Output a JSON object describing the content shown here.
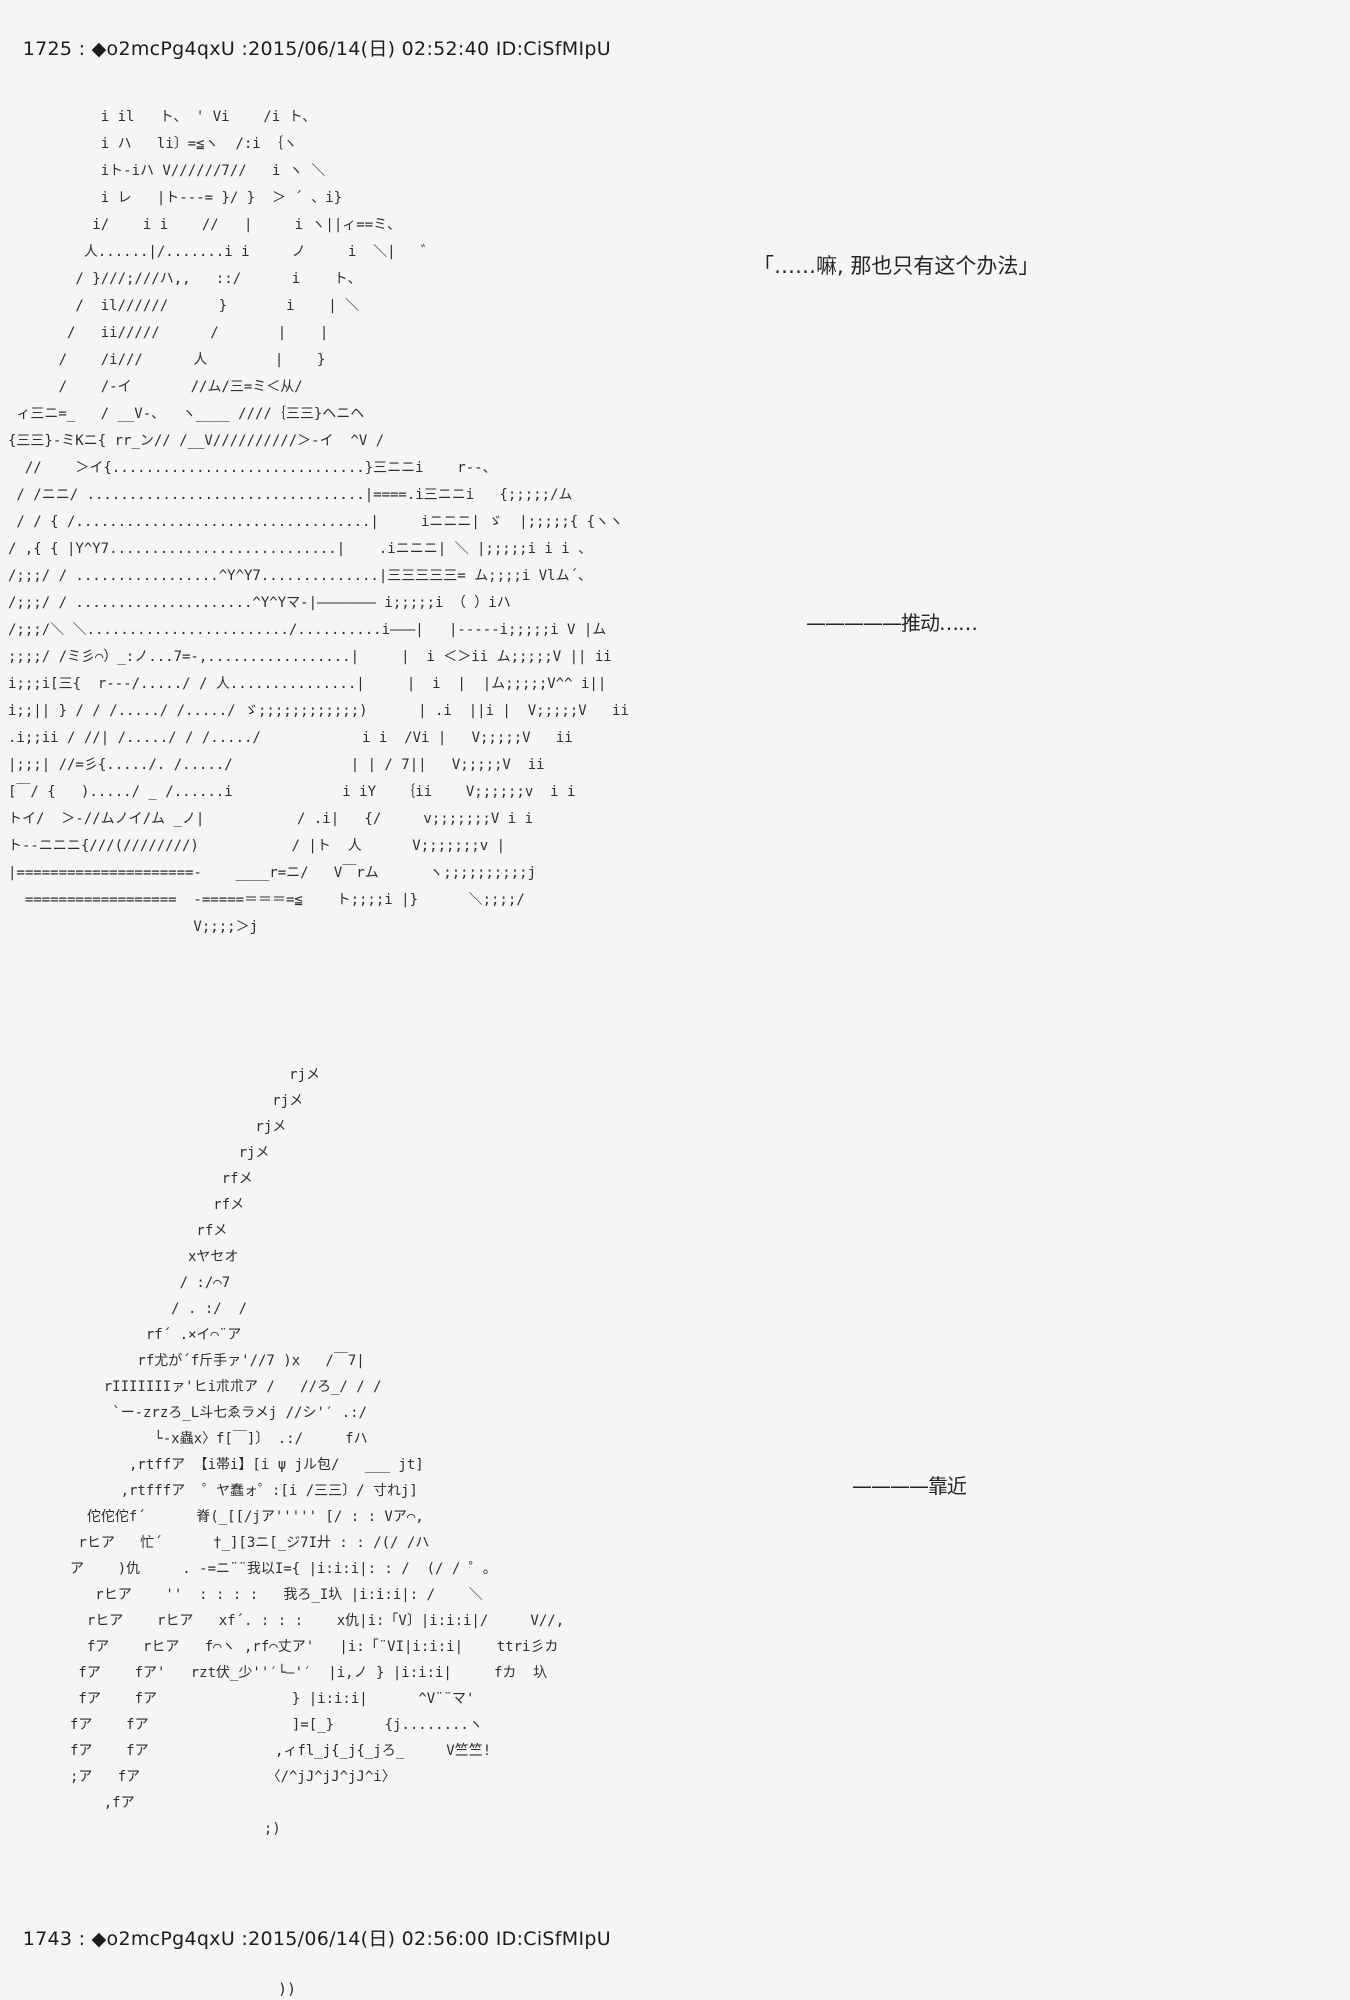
{
  "page": {
    "background": "#f5f5f5",
    "text_color": "#2e2e2e"
  },
  "post1": {
    "number": "1725",
    "sep_a": " : ",
    "tripcode": "◆o2mcPg4qxU",
    "sep_b": " :",
    "datetime": "2015/06/14(日) 02:52:40",
    "sep_c": " ",
    "userid": "ID:CiSfMIpU",
    "dialogue": "「……嘛, 那也只有这个办法」",
    "annotation_push": "—————推动……",
    "annotation_approach": "————靠近",
    "aa_upper": [
      "           i il   ト、 ' Vi    /i ト、",
      "           i ハ   li〕=≦ヽ  /:i ｛ヽ",
      "           iト-iハ V//////7//   i ヽ ＼",
      "           i レ   |ト---= }/ }  ＞ ´ 、i}",
      "          i/    i i    //   |     i ヽ||ィ==ミ、",
      "         人......|/.......i i     ノ     i  ＼|   ゛",
      "        / }///;///ハ,,   ::/      i    ト、",
      "        /  il//////      }       i    | ＼",
      "       /   ii/////      /       |    |",
      "      /    /i///      人        |    }",
      "      /    /-イ       //ム/三=ミ＜从/",
      " ィ三ニ=_   / __V-、  ヽ____ ////｛三三}ヘニヘ",
      "{三三}-ミKニ{ rr_ン// /__V//////////＞-イ  ^V /",
      "  //    ＞イ{..............................}三ニニi    r--、",
      " / /ニニ/ .................................|====.i三ニニi   {;;;;;/ム",
      " / / { /...................................|     iニニニ| ゞ  |;;;;;{ {ヽヽ",
      "/ ,{ { |Y^Y7...........................|    .iニニニ| ＼ |;;;;;i i i 、",
      "/;;;/ / .................^Y^Y7..............|三三三三三= ム;;;;i Vlム´、",
      "/;;;/ / .....................^Y^Yマ-|——————— i;;;;;i （ ）iハ",
      "/;;;/＼ ＼......................../..........i———|   |-----i;;;;;i V |ム",
      ";;;;/ /ミ彡⌒）_:ノ...7=-,.................|     |  i ＜＞ii ム;;;;;V || ii",
      "i;;;i[三{  r---/...../ / 人...............|     |  i  |  |ム;;;;;V^^ i||",
      "i;;|| } / / /...../ /...../ ゞ;;;;;;;;;;;;)      | .i  ||i |  V;;;;;V   ii",
      ".i;;ii / //| /...../ / /...../            i i  /Vi |   V;;;;;V   ii",
      "|;;;| //=彡{...../. /...../              | | / 7||   V;;;;;V  ii",
      "[￣/ {   )...../ _ /......i             i iY   ｛ii    V;;;;;;v  i i",
      "トイ/  ＞-//ムノイ/ム _ノ|           / .i|   {/     v;;;;;;;V i i",
      "ト--ニニニ{///(////////)           / |ト  人      V;;;;;;;v |",
      "|=====================-    ____r=ニ/   V￣rム      ヽ;;;;;;;;;;j",
      "  ==================  -=====＝＝＝=≦    ト;;;;i |}      ＼;;;;/",
      "                      V;;;;＞j"
    ],
    "aa_lower": [
      "                          rjメ",
      "                        rjメ",
      "                      rjメ",
      "                    rjメ",
      "                  rfメ",
      "                 rfメ",
      "               rfメ",
      "              xヤセオ",
      "             / :/⌒7",
      "            / . :/  /",
      "         rf´ .×イ⌒¨ア",
      "        rf尤が´f斤手ァ'//7 )x   /￣7|",
      "    rIIIIIIIァ'ヒi朮朮ア /   //ろ_/ / /",
      "     `ー-zrzろ_L斗七ゑラメj //シ'′ .:/",
      "          └-x蟲x〉f[￣]〕 .:/     fハ",
      "       ,rtffア 【i帯i】[i ψ jル包/   ___ jt]",
      "      ,rtfffア  ゜ヤ蠢ォ゜:[i /三三〕/ 寸れj]",
      "  佗佗佗f´      脊(_[[/jア''''' [/ : : Vア⌒,",
      " rヒア   忙´      †_][3ニ[_ジ7I廾 : : /(/ /ハ",
      "ア    )仇     . -=ニ¨¨我以I={ |i:i:i|: : /  (/ / ゜。",
      "   rヒア    ''  : : : :   我ろ_I圦 |i:i:i|: /    ＼",
      "  rヒア    rヒア   xf´. : : :    x仇|i:「V〕|i:i:i|/     V//,",
      "  fア    rヒア   f⌒ヽ ,rf⌒丈ア'   |i:「¨VI|i:i:i|    ttri彡カ",
      " fア    fア'   rzt伏_少''′└—'′  |i,ノ } |i:i:i|     fカ  圦",
      " fア    fア                } |i:i:i|      ^V¨¨マ'",
      "fア    fア                 ]=[_}      {j........ヽ",
      "fア    fア               ,ィfl_j{_j{_jろ_     V竺竺!",
      ";ア   fア               〈/^jJ^jJ^jJ^i〉",
      "    ,fア",
      "                       ;)"
    ]
  },
  "post2": {
    "number": "1743",
    "sep_a": " : ",
    "tripcode": "◆o2mcPg4qxU",
    "sep_b": " :",
    "datetime": "2015/06/14(日) 02:56:00",
    "sep_c": " ",
    "userid": "ID:CiSfMIpU",
    "partial_line": "))"
  }
}
